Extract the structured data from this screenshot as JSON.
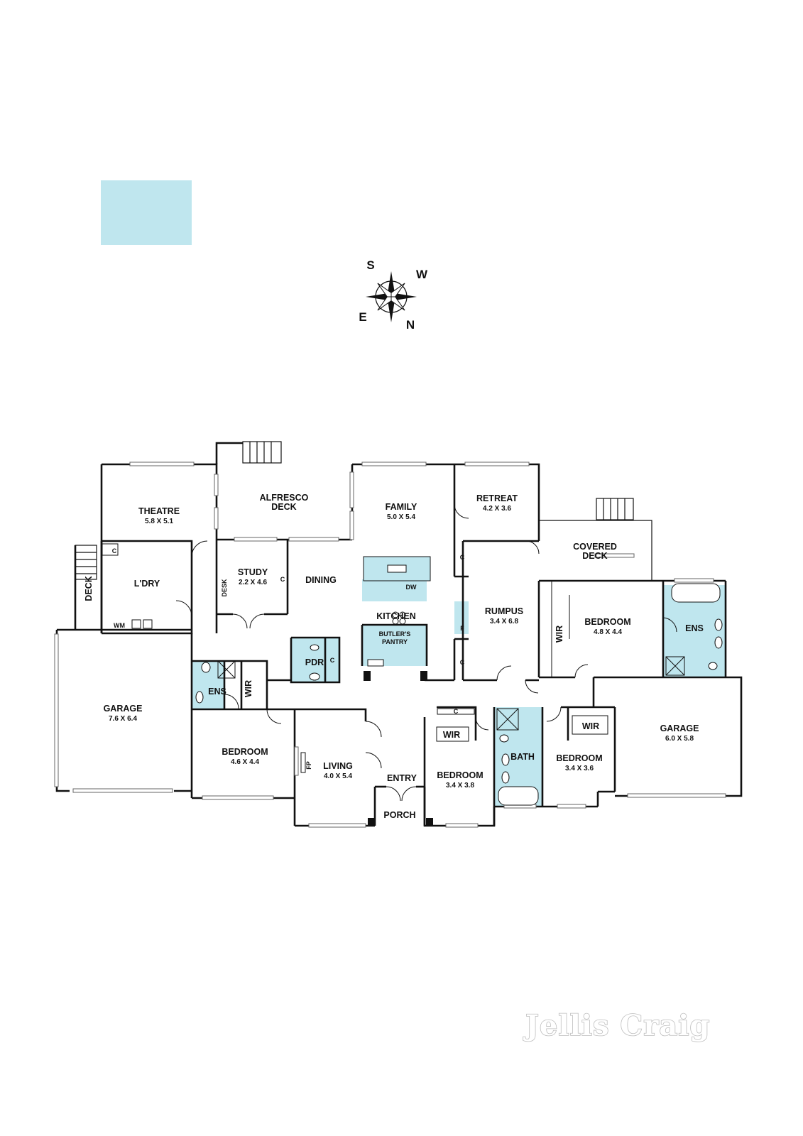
{
  "compass": {
    "s": "S",
    "w": "W",
    "e": "E",
    "n": "N"
  },
  "rooms": {
    "theatre": {
      "name": "THEATRE",
      "size": "5.8 X 5.1"
    },
    "alfresco": {
      "line1": "ALFRESCO",
      "line2": "DECK"
    },
    "family": {
      "name": "FAMILY",
      "size": "5.0 X 5.4"
    },
    "retreat": {
      "name": "RETREAT",
      "size": "4.2 X 3.6"
    },
    "covered_deck": {
      "line1": "COVERED",
      "line2": "DECK"
    },
    "study": {
      "name": "STUDY",
      "size": "2.2 X 4.6"
    },
    "dining": {
      "name": "DINING"
    },
    "kitchen": {
      "name": "KITCHEN"
    },
    "butlers": {
      "line1": "BUTLER'S",
      "line2": "PANTRY"
    },
    "rumpus": {
      "name": "RUMPUS",
      "size": "3.4 X 6.8"
    },
    "bedroom_master": {
      "name": "BEDROOM",
      "size": "4.8 X 4.4"
    },
    "laundry": {
      "name": "L'DRY"
    },
    "deck": {
      "name": "DECK"
    },
    "garage_left": {
      "name": "GARAGE",
      "size": "7.6 X 6.4"
    },
    "ens_left": {
      "name": "ENS"
    },
    "wir_left": {
      "name": "WIR"
    },
    "pdr": {
      "name": "PDR"
    },
    "bedroom_left": {
      "name": "BEDROOM",
      "size": "4.6 X 4.4"
    },
    "living": {
      "name": "LIVING",
      "size": "4.0 X 5.4"
    },
    "entry": {
      "name": "ENTRY"
    },
    "porch": {
      "name": "PORCH"
    },
    "bedroom_mid": {
      "name": "BEDROOM",
      "size": "3.4 X 3.8"
    },
    "wir_mid": {
      "name": "WIR"
    },
    "bath": {
      "name": "BATH"
    },
    "bedroom_right": {
      "name": "BEDROOM",
      "size": "3.4 X 3.6"
    },
    "wir_right": {
      "name": "WIR"
    },
    "garage_right": {
      "name": "GARAGE",
      "size": "6.0 X 5.8"
    },
    "wir_master": {
      "name": "WIR"
    },
    "ens_master": {
      "name": "ENS"
    }
  },
  "labels": {
    "desk": "DESK",
    "c": "C",
    "dw": "DW",
    "f": "F",
    "fp": "FP",
    "wm": "WM"
  },
  "brand": {
    "name": "Jellis Craig"
  }
}
